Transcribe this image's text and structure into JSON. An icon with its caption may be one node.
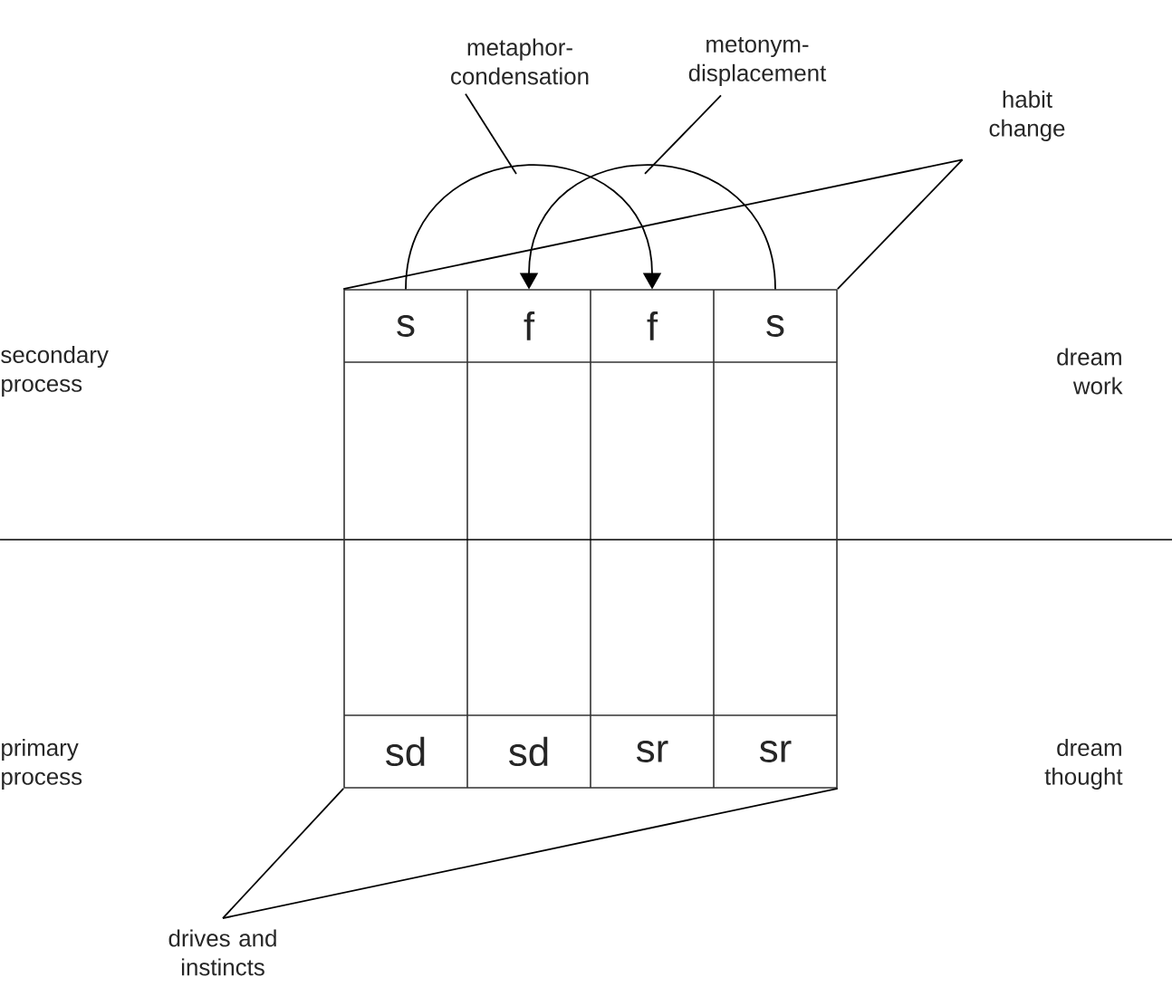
{
  "diagram": {
    "nodes": [
      {
        "text": [],
        "shape": "box"
      },
      {
        "text": [
          "s"
        ],
        "in": 0
      },
      {
        "text": [
          "f"
        ],
        "in": 0
      },
      {
        "text": [
          "f"
        ],
        "in": 0
      },
      {
        "text": [
          "s"
        ],
        "in": 0
      },
      {
        "text": [
          "sd"
        ],
        "in": 0
      },
      {
        "text": [
          "sd"
        ],
        "in": 0
      },
      {
        "text": [
          "sr"
        ],
        "in": 0
      },
      {
        "text": [
          "sr"
        ],
        "in": 0
      },
      {
        "text": [
          "metaphor-condensation"
        ]
      },
      {
        "text": [
          "metonym-displacement"
        ]
      },
      {
        "text": [
          "habit change"
        ]
      },
      {
        "text": [
          "drives and instincts"
        ]
      }
    ],
    "edges": [
      {
        "from": 1,
        "to": 3,
        "arrow": "to"
      },
      {
        "from": 4,
        "to": 2,
        "arrow": "to"
      },
      {
        "from": 9,
        "to": null,
        "arrow": "none"
      },
      {
        "from": 10,
        "to": null,
        "arrow": "none"
      },
      {
        "from": 11,
        "to": 0,
        "arrow": "none"
      },
      {
        "from": 11,
        "to": 0,
        "arrow": "none"
      },
      {
        "from": 12,
        "to": 0,
        "arrow": "none"
      },
      {
        "from": 12,
        "to": 0,
        "arrow": "none"
      }
    ],
    "labels": [
      "secondary process",
      "dream work",
      "primary process",
      "dream thought"
    ]
  }
}
